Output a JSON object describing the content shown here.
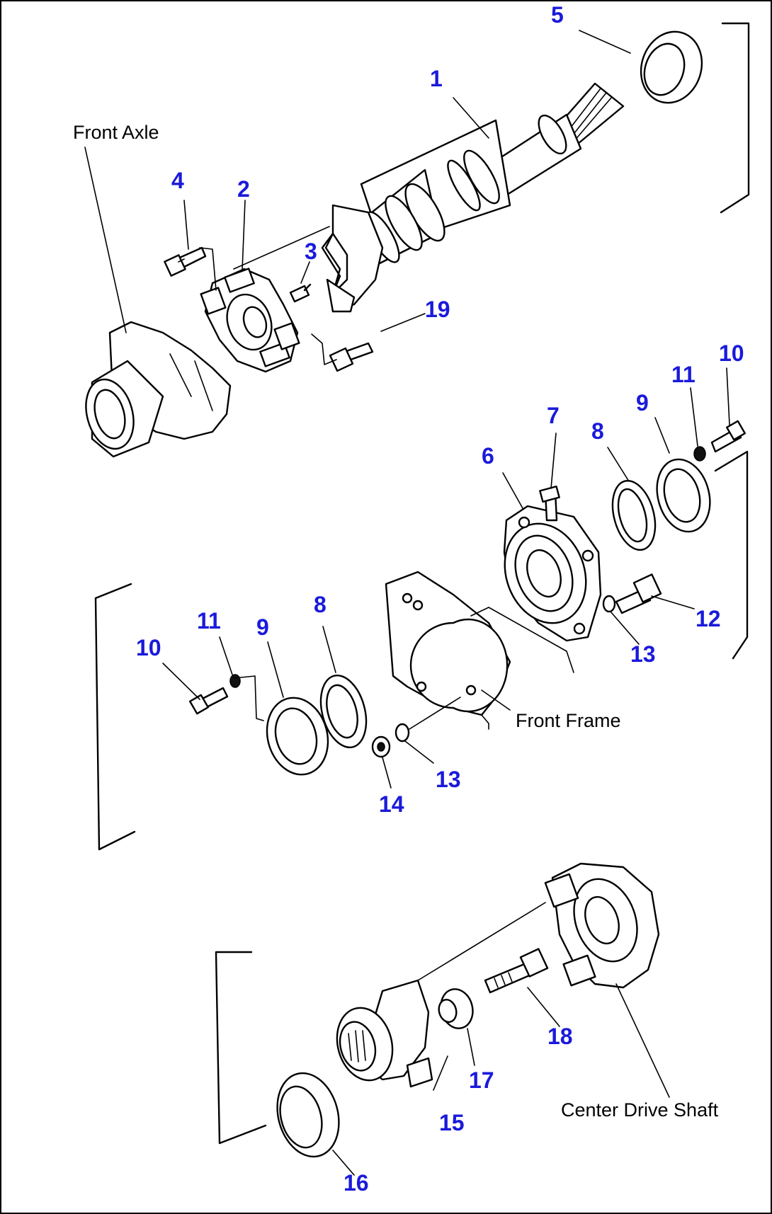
{
  "labels": {
    "front_axle": "Front Axle",
    "front_frame": "Front Frame",
    "center_drive_shaft": "Center Drive Shaft"
  },
  "callouts": {
    "c1": "1",
    "c2": "2",
    "c3": "3",
    "c4": "4",
    "c5": "5",
    "c6": "6",
    "c7": "7",
    "c8a": "8",
    "c8b": "8",
    "c9a": "9",
    "c9b": "9",
    "c10a": "10",
    "c10b": "10",
    "c11a": "11",
    "c11b": "11",
    "c12": "12",
    "c13a": "13",
    "c13b": "13",
    "c14": "14",
    "c15": "15",
    "c16": "16",
    "c17": "17",
    "c18": "18",
    "c19": "19"
  },
  "colors": {
    "callout": "#1a1adb",
    "line": "#000000",
    "background": "#ffffff"
  }
}
